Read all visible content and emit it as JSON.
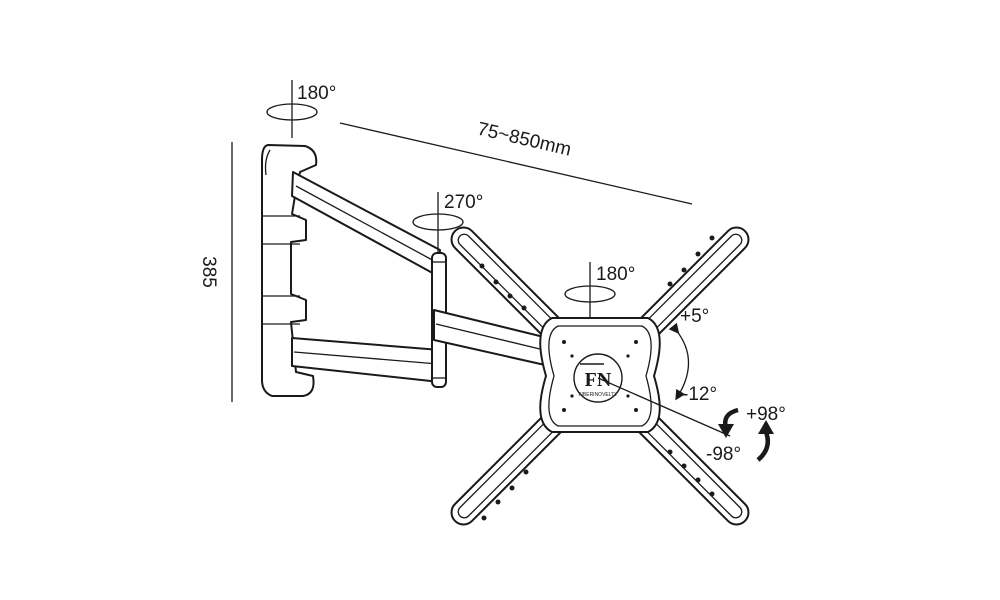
{
  "diagram": {
    "labels": {
      "wall_rotation": "180°",
      "arm_rotation": "270°",
      "head_rotation": "180°",
      "extension": "75~850mm",
      "height": "385",
      "tilt_up": "+5°",
      "tilt_down": "-12°",
      "swivel_pos": "+98°",
      "swivel_neg": "-98°"
    },
    "logo": {
      "mark": "FN",
      "name": "FIBERINOVELTY"
    }
  }
}
